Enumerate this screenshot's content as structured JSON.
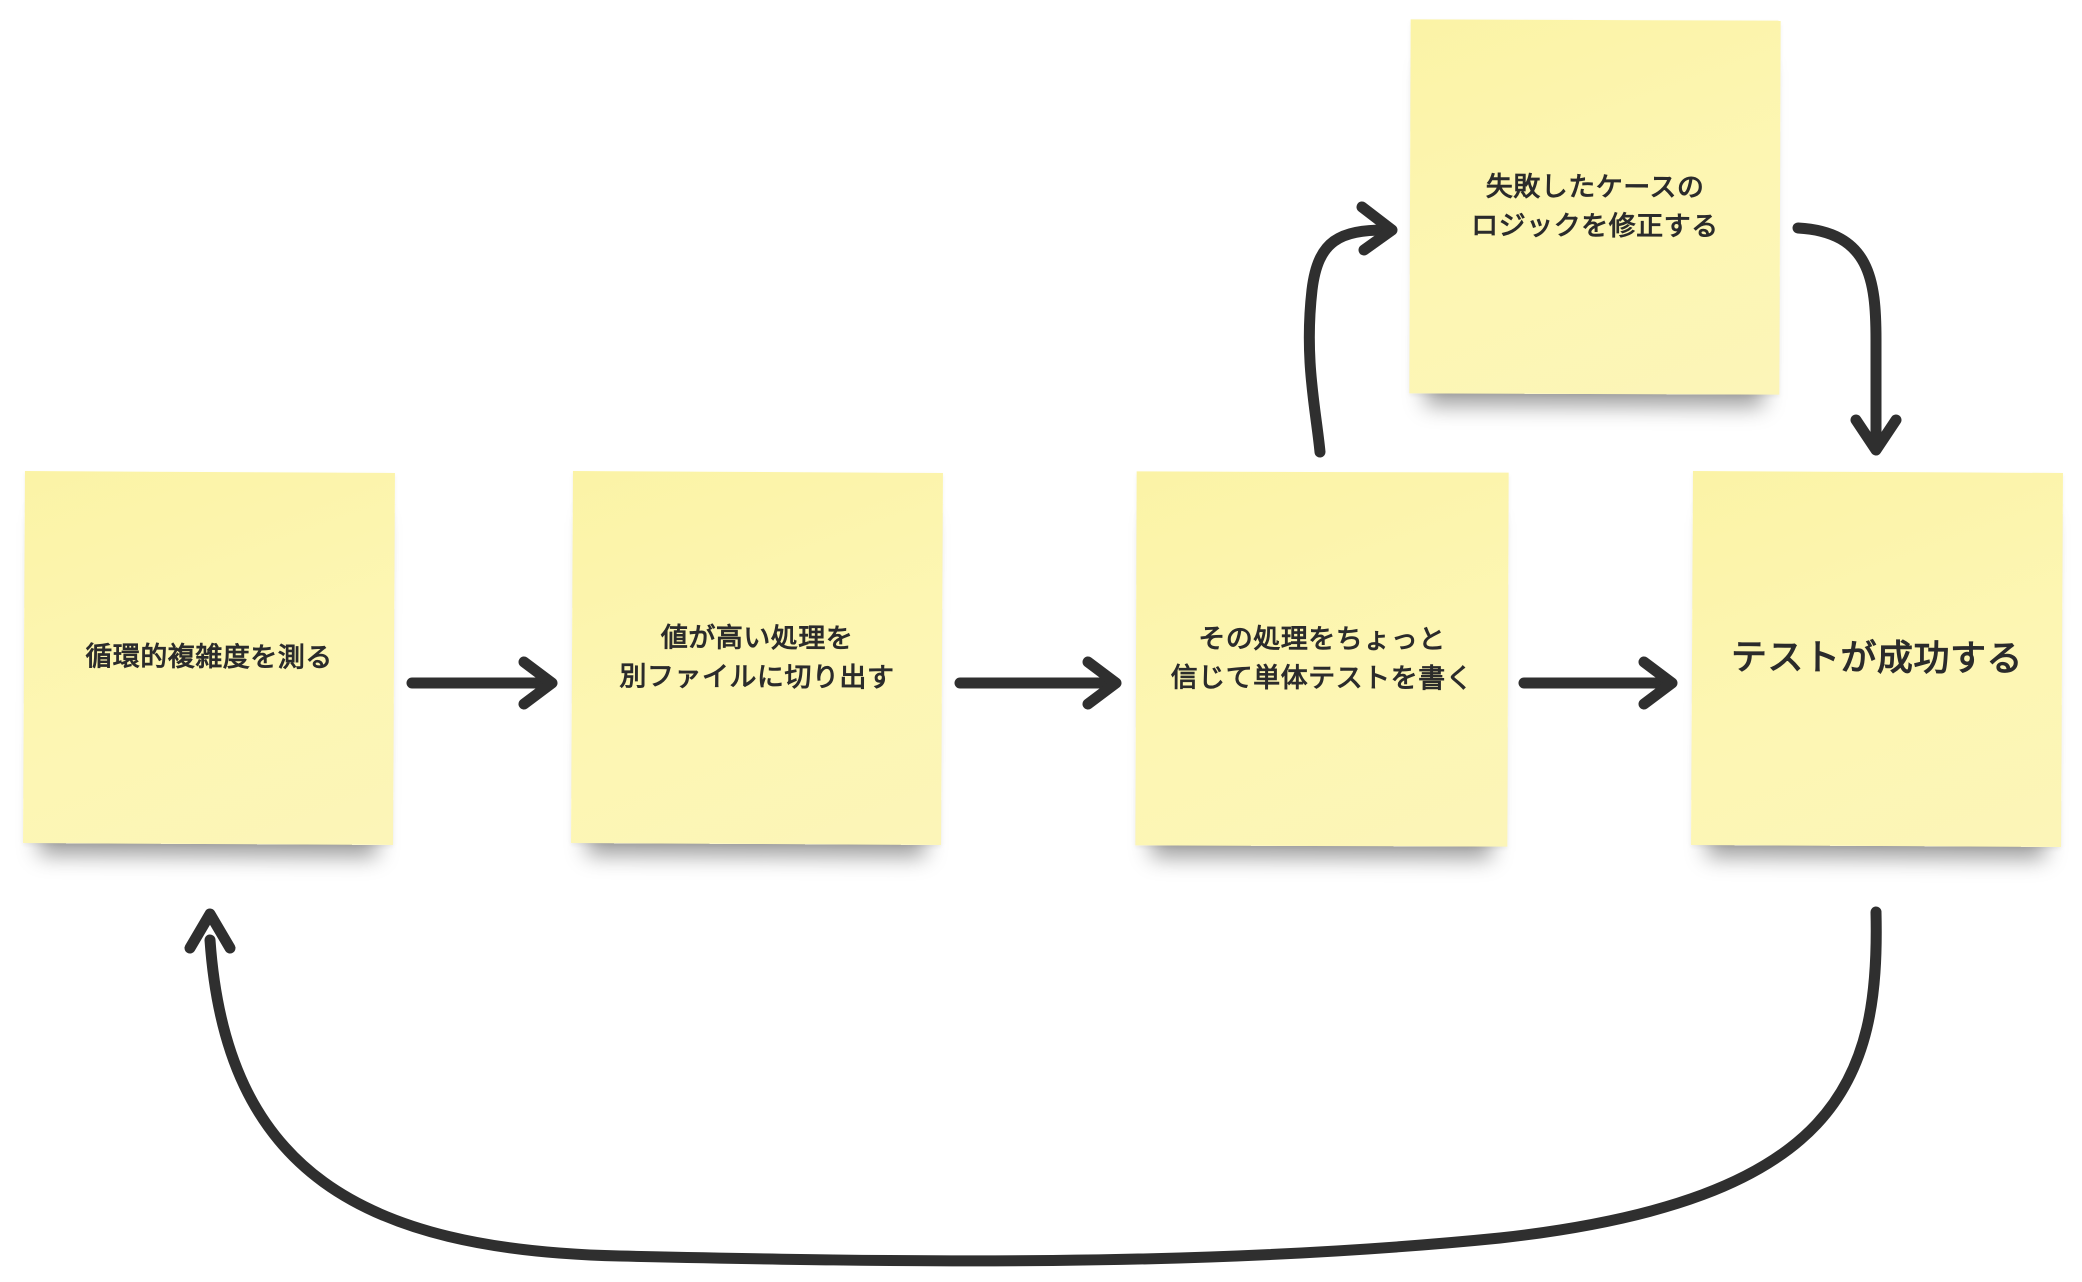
{
  "notes": {
    "measure": "循環的複雑度を測る",
    "extract": "値が高い処理を\n別ファイルに切り出す",
    "unit_test": "その処理をちょっと\n信じて単体テストを書く",
    "fix_logic": "失敗したケースの\nロジックを修正する",
    "test_success": "テストが成功する"
  },
  "colors": {
    "note_fill": "#fdf6b3",
    "arrow": "#2f2f2f",
    "text": "#2b2b2b"
  }
}
